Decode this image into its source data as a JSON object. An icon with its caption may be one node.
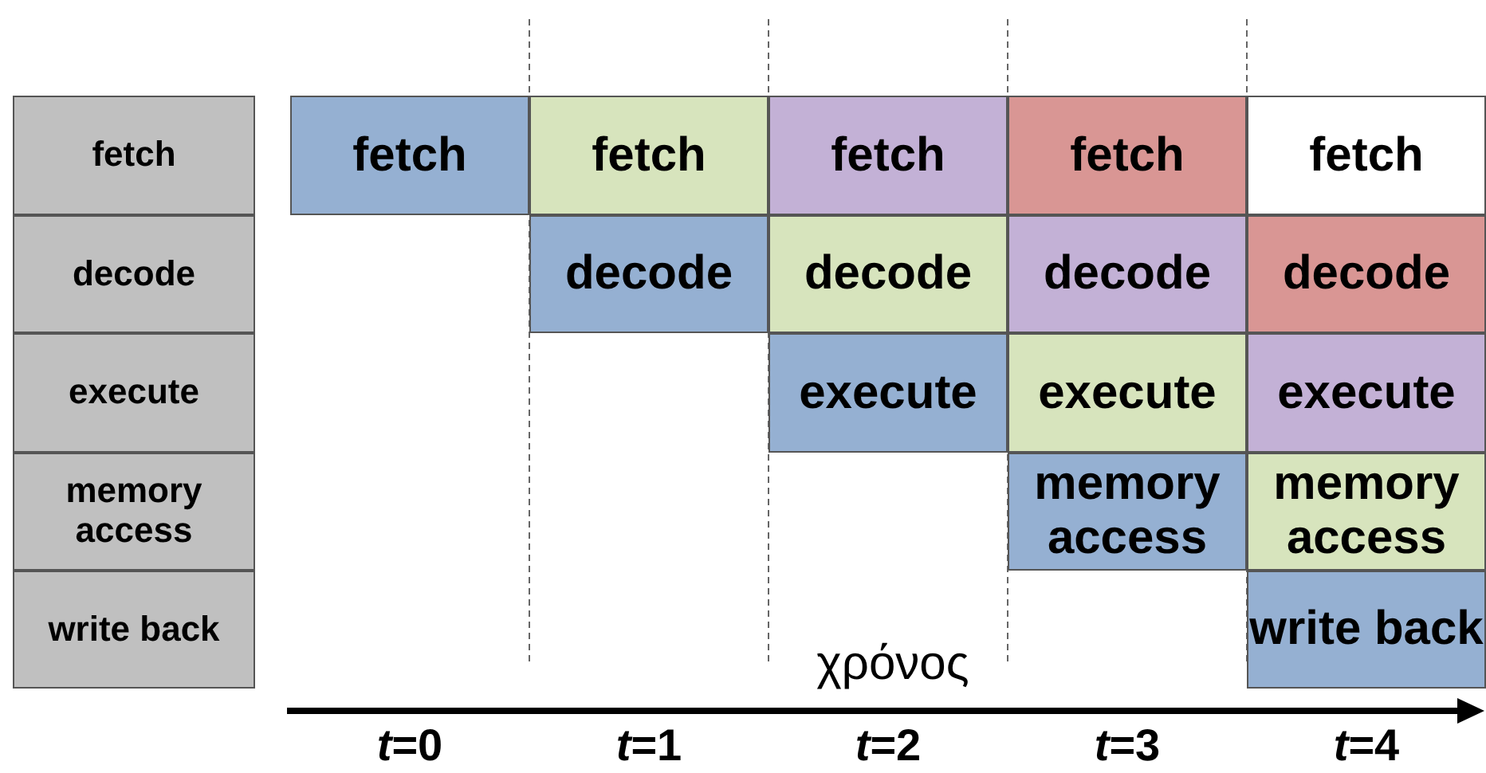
{
  "diagram": {
    "nodes": [
      {
        "text": [
          "fetch"
        ]
      },
      {
        "text": [
          "decode"
        ]
      },
      {
        "text": [
          "execute"
        ]
      },
      {
        "text": [
          "memory access"
        ]
      },
      {
        "text": [
          "write back"
        ]
      },
      {
        "text": [
          "fetch"
        ]
      },
      {
        "text": [
          "fetch"
        ]
      },
      {
        "text": [
          "fetch"
        ]
      },
      {
        "text": [
          "fetch"
        ]
      },
      {
        "text": [
          "fetch"
        ]
      },
      {
        "text": [
          "decode"
        ]
      },
      {
        "text": [
          "decode"
        ]
      },
      {
        "text": [
          "decode"
        ]
      },
      {
        "text": [
          "decode"
        ]
      },
      {
        "text": [
          "execute"
        ]
      },
      {
        "text": [
          "execute"
        ]
      },
      {
        "text": [
          "execute"
        ]
      },
      {
        "text": [
          "memory access"
        ]
      },
      {
        "text": [
          "memory access"
        ]
      },
      {
        "text": [
          "write back"
        ]
      }
    ],
    "labels": [
      "χρόνος",
      "*t*=0",
      "*t*=1",
      "*t*=2",
      "*t*=3",
      "*t*=4"
    ]
  }
}
